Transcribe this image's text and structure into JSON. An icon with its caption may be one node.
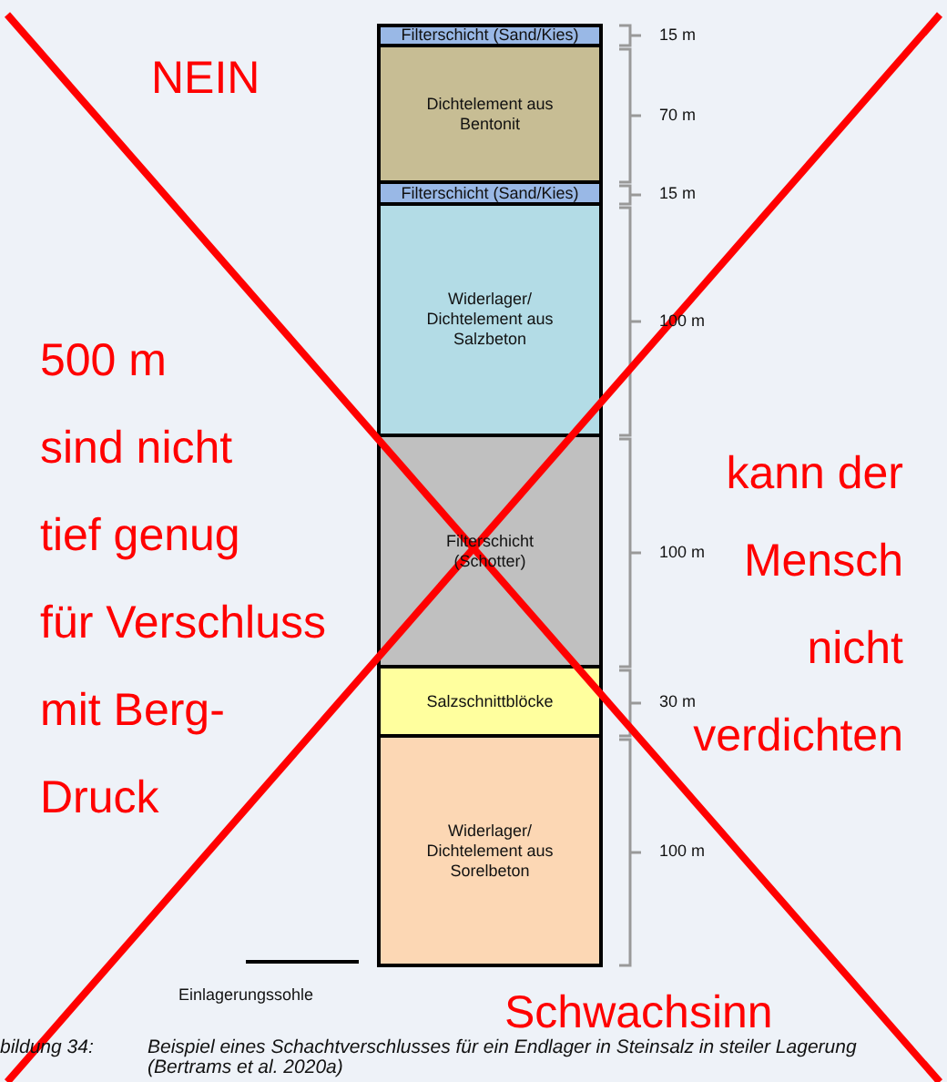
{
  "diagram": {
    "nodes": [
      {
        "text": [
          "Filterschicht (Sand/Kies)"
        ],
        "beside": [
          "15 m"
        ]
      },
      {
        "text": [
          "Dichtelement aus Bentonit"
        ],
        "beside": [
          "70 m"
        ]
      },
      {
        "text": [
          "Filterschicht (Sand/Kies)"
        ],
        "beside": [
          "15 m"
        ]
      },
      {
        "text": [
          "Widerlager/ Dichtelement aus Salzbeton"
        ],
        "beside": [
          "100 m"
        ]
      },
      {
        "text": [
          "Filterschicht (Schotter)"
        ],
        "beside": [
          "100 m"
        ]
      },
      {
        "text": [
          "Salzschnittblöcke"
        ],
        "beside": [
          "30 m"
        ]
      },
      {
        "text": [
          "Widerlager/ Dichtelement aus Sorelbeton"
        ],
        "beside": [
          "100 m"
        ]
      }
    ],
    "edges": [],
    "labels": [
      "NEIN",
      "500 m",
      "sind nicht",
      "tief genug",
      "für Verschluss",
      "mit Berg-",
      "Druck",
      "kann der",
      "Mensch",
      "nicht",
      "verdichten",
      "Einlagerungssohle",
      "Schwachsinn",
      "bildung 34:",
      "Beispiel eines Schachtverschlusses für ein Endlager in Steinsalz in steiler Lagerung (Bertrams et al. 2020a)"
    ]
  }
}
